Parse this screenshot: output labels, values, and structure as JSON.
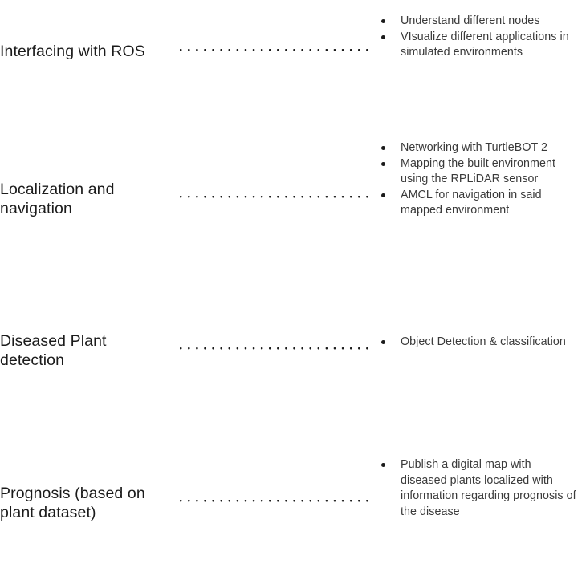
{
  "slide": {
    "background_color": "#ffffff",
    "title_color": "#1b1b1b",
    "bullet_text_color": "#3a3a3a",
    "bullet_marker_color": "#1b1b1b",
    "leader_dot_color": "#1b1b1b",
    "bullet_marker_glyph": "•"
  },
  "rows": [
    {
      "title": "Interfacing with ROS",
      "bullets": [
        "Understand different nodes",
        "VIsualize different applications in simulated environments"
      ]
    },
    {
      "title": "Localization and navigation",
      "bullets": [
        "Networking with TurtleBOT 2",
        "Mapping the built environment using the RPLiDAR sensor",
        "AMCL for navigation in said mapped environment"
      ]
    },
    {
      "title": "Diseased Plant detection",
      "bullets": [
        "Object Detection & classification"
      ]
    },
    {
      "title": "Prognosis (based on plant dataset)",
      "bullets": [
        "Publish a digital map with diseased plants localized with information regarding prognosis of the disease"
      ]
    }
  ]
}
